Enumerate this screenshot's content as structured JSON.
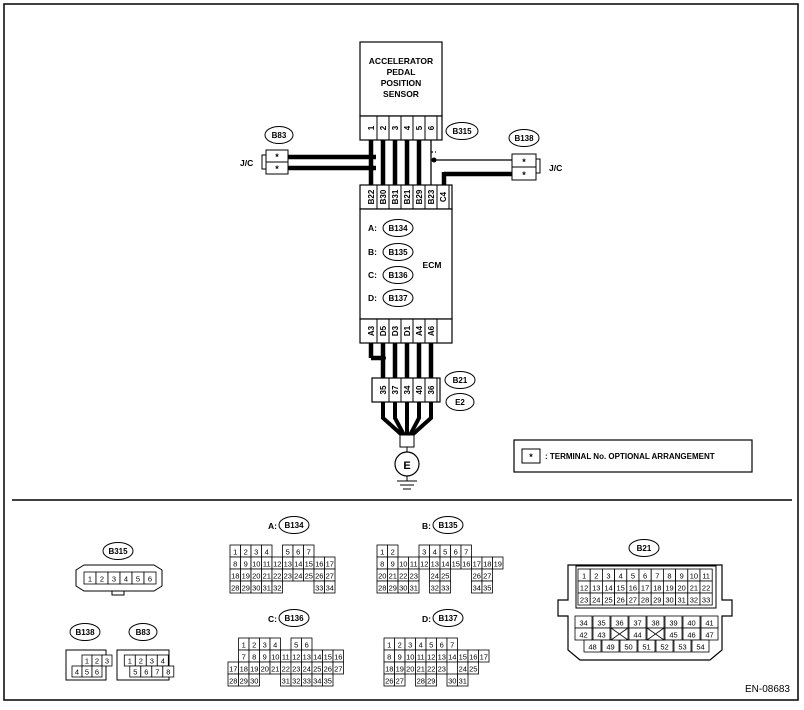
{
  "sensor": {
    "line1": "ACCELERATOR",
    "line2": "PEDAL",
    "line3": "POSITION",
    "line4": "SENSOR",
    "pins": [
      "1",
      "2",
      "3",
      "4",
      "5",
      "6"
    ]
  },
  "connectors": {
    "b315": "B315",
    "b83": "B83",
    "b138": "B138",
    "b21": "B21",
    "e2": "E2"
  },
  "jc_left": "J/C",
  "jc_right": "J/C",
  "star": "*",
  "ecm": {
    "label": "ECM",
    "top_pins": [
      "B22",
      "B30",
      "B31",
      "B21",
      "B29",
      "B23",
      "C4"
    ],
    "bottom_pins": [
      "A3",
      "D5",
      "D3",
      "D1",
      "A4",
      "A6"
    ],
    "conn_a_prefix": "A:",
    "conn_a": "B134",
    "conn_b_prefix": "B:",
    "conn_b": "B135",
    "conn_c_prefix": "C:",
    "conn_c": "B136",
    "conn_d_prefix": "D:",
    "conn_d": "B137"
  },
  "e2_pins": [
    "35",
    "37",
    "34",
    "40",
    "36"
  ],
  "ground": "E",
  "legend": {
    "symbol": "*",
    "text": ": TERMINAL No. OPTIONAL ARRANGEMENT"
  },
  "footer_code": "EN-08683",
  "face_b315": {
    "pins": [
      "1",
      "2",
      "3",
      "4",
      "5",
      "6"
    ]
  },
  "face_b138": {
    "rows": [
      [
        "1",
        "2",
        "3"
      ],
      [
        "4",
        "5",
        "6"
      ]
    ]
  },
  "face_b83": {
    "rows": [
      [
        "1",
        "2",
        "3",
        "4"
      ],
      [
        "5",
        "6",
        "7",
        "8"
      ]
    ]
  },
  "face_b134": {
    "rows": [
      [
        "1",
        "2",
        "3",
        "4",
        "",
        "5",
        "6",
        "7"
      ],
      [
        "8",
        "9",
        "10",
        "11",
        "12",
        "13",
        "14",
        "15",
        "16",
        "17"
      ],
      [
        "18",
        "19",
        "20",
        "21",
        "22",
        "23",
        "24",
        "25",
        "26",
        "27"
      ],
      [
        "28",
        "29",
        "30",
        "31",
        "32",
        "",
        "",
        "",
        "33",
        "34"
      ]
    ]
  },
  "face_b135": {
    "rows": [
      [
        "1",
        "2",
        "",
        "",
        "3",
        "4",
        "5",
        "6",
        "7"
      ],
      [
        "8",
        "9",
        "10",
        "11",
        "12",
        "13",
        "14",
        "15",
        "16",
        "17",
        "18",
        "19"
      ],
      [
        "20",
        "21",
        "22",
        "23",
        "",
        "24",
        "25",
        "",
        "",
        "26",
        "27"
      ],
      [
        "28",
        "29",
        "30",
        "31",
        "",
        "32",
        "33",
        "",
        "",
        "34",
        "35"
      ]
    ]
  },
  "face_b136": {
    "rows": [
      [
        "1",
        "2",
        "3",
        "4",
        "",
        "5",
        "6"
      ],
      [
        "7",
        "8",
        "9",
        "10",
        "11",
        "12",
        "13",
        "14",
        "15",
        "16"
      ],
      [
        "17",
        "18",
        "19",
        "20",
        "21",
        "22",
        "23",
        "24",
        "25",
        "26",
        "27"
      ],
      [
        "28",
        "29",
        "30",
        "",
        "",
        "31",
        "32",
        "33",
        "34",
        "35"
      ]
    ]
  },
  "face_b137": {
    "rows": [
      [
        "1",
        "2",
        "3",
        "4",
        "5",
        "6",
        "7"
      ],
      [
        "8",
        "9",
        "10",
        "11",
        "12",
        "13",
        "14",
        "15",
        "16",
        "17"
      ],
      [
        "18",
        "19",
        "20",
        "21",
        "22",
        "23",
        "",
        "24",
        "25"
      ],
      [
        "26",
        "27",
        "",
        "28",
        "29",
        "",
        "30",
        "31"
      ]
    ]
  },
  "face_b21": {
    "rows": [
      [
        "1",
        "2",
        "3",
        "4",
        "5",
        "6",
        "7",
        "8",
        "9",
        "10",
        "11"
      ],
      [
        "12",
        "13",
        "14",
        "15",
        "16",
        "17",
        "18",
        "19",
        "20",
        "21",
        "22"
      ],
      [
        "23",
        "24",
        "25",
        "26",
        "27",
        "28",
        "29",
        "30",
        "31",
        "32",
        "33"
      ],
      [
        "34",
        "35",
        "36",
        "37",
        "38",
        "39",
        "40",
        "41"
      ],
      [
        "42",
        "43",
        "44",
        "45",
        "46",
        "47"
      ],
      [
        "48",
        "49",
        "50",
        "51",
        "52",
        "53",
        "54"
      ]
    ]
  }
}
